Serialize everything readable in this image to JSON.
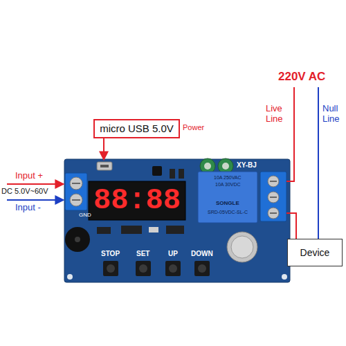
{
  "diagram": {
    "nodes": [
      {
        "text": [
          "micro USB 5.0V"
        ]
      },
      {
        "text": [
          "Device"
        ]
      }
    ],
    "labels": [
      "Power",
      "Input +",
      "DC 5.0V~60V",
      "Input -",
      "220V AC",
      "Live Line",
      "Null Line",
      "88:88",
      "XY-BJ",
      "GND",
      "10A 250VAC",
      "10A 30VDC",
      "SONGLE",
      "SRD-05VDC-SL-C",
      "STOP",
      "SET",
      "UP",
      "DOWN"
    ]
  }
}
